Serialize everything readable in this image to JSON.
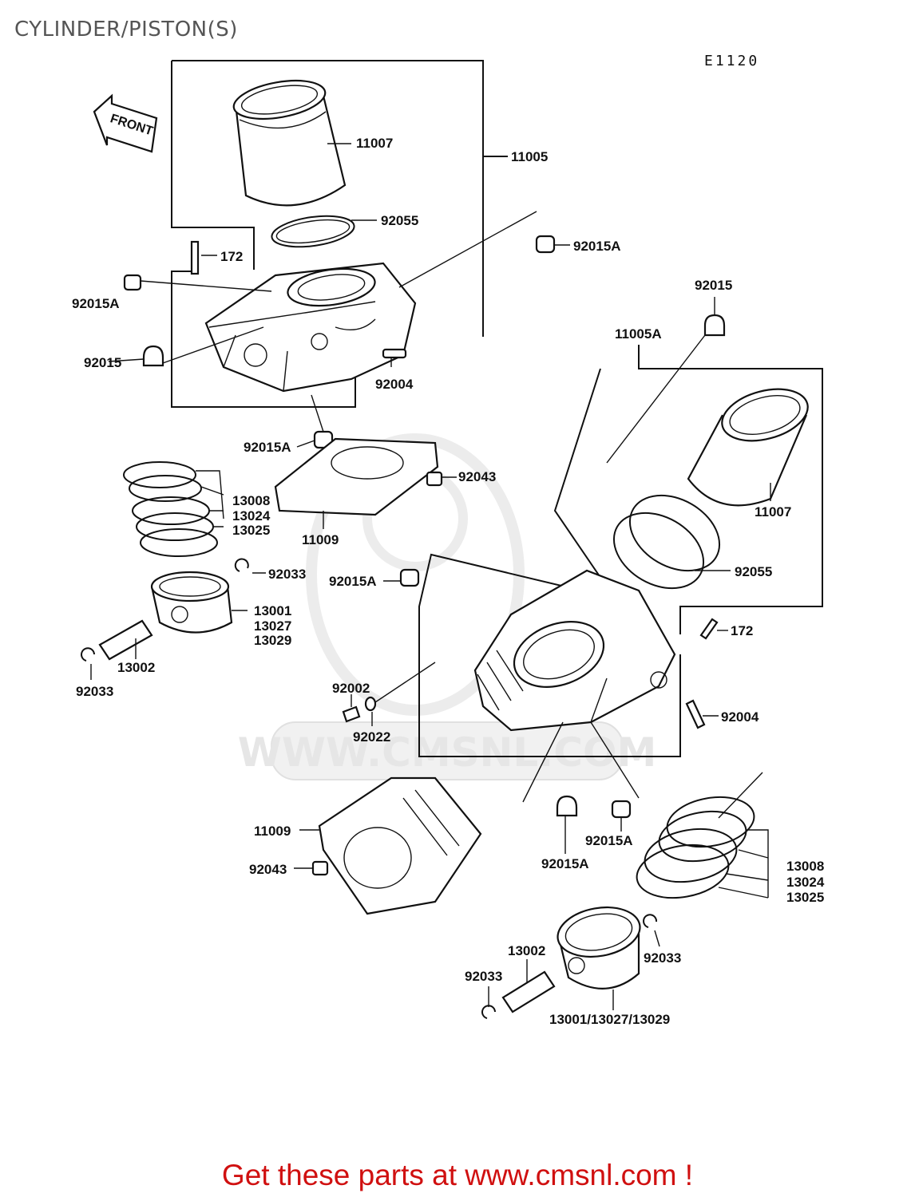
{
  "page": {
    "title": "CYLINDER/PISTON(S)",
    "diagram_code": "E1120",
    "footer": "Get these parts at www.cmsnl.com !"
  },
  "watermark": {
    "text": "WWW.CMSNL.COM"
  },
  "front_arrow": {
    "text": "FRONT"
  },
  "labels": {
    "p11007_a": "11007",
    "p11005": "11005",
    "p92055_a": "92055",
    "p172_a": "172",
    "p92015A_a": "92015A",
    "p92015A_b": "92015A",
    "p92015_a": "92015",
    "p92015_b": "92015",
    "p11005A": "11005A",
    "p92004_a": "92004",
    "p92015A_c": "92015A",
    "p92043_a": "92043",
    "p13008_a": "13008",
    "p13024_a": "13024",
    "p13025_a": "13025",
    "p11009_a": "11009",
    "p11007_b": "11007",
    "p92055_b": "92055",
    "p92033_a": "92033",
    "p92015A_d": "92015A",
    "p13001": "13001",
    "p13027": "13027",
    "p13029": "13029",
    "p172_b": "172",
    "p13002_a": "13002",
    "p92033_b": "92033",
    "p92002": "92002",
    "p92022": "92022",
    "p92004_b": "92004",
    "p11009_b": "11009",
    "p92043_b": "92043",
    "p92015A_e": "92015A",
    "p92015A_f": "92015A",
    "p13008_b": "13008",
    "p13024_b": "13024",
    "p13025_b": "13025",
    "p13002_b": "13002",
    "p92033_c": "92033",
    "p92033_d": "92033",
    "p13001_combo": "13001/13027/13029"
  }
}
